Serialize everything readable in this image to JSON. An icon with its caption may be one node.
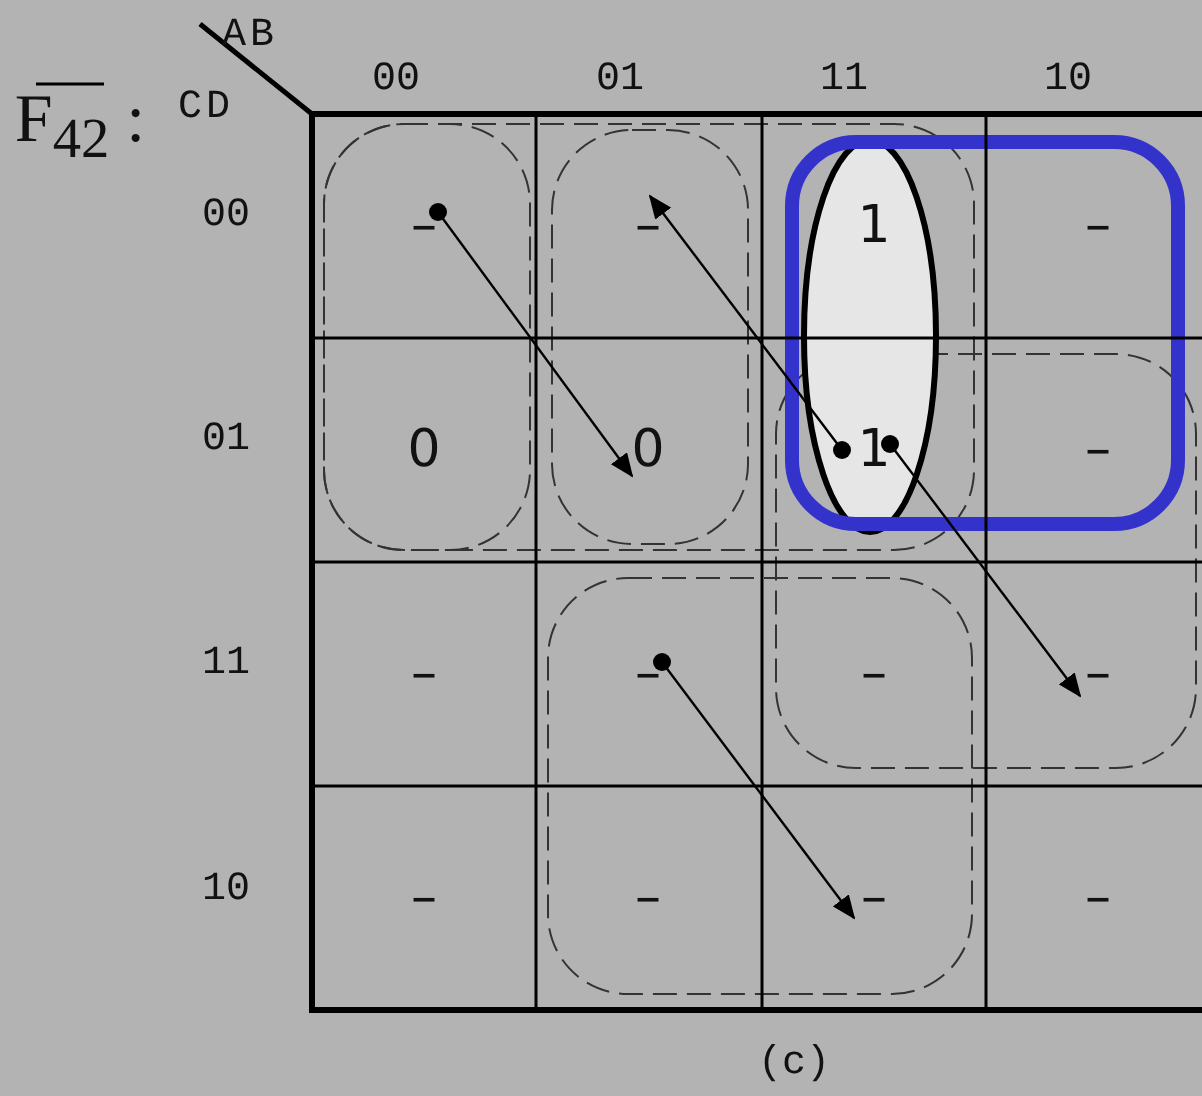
{
  "diagram": {
    "caption": "(c)",
    "nodes": [
      {
        "text": [
          "–"
        ]
      },
      {
        "text": [
          "–"
        ]
      },
      {
        "text": [
          "1"
        ]
      },
      {
        "text": [
          "–"
        ]
      },
      {
        "text": [
          "0"
        ]
      },
      {
        "text": [
          "0"
        ]
      },
      {
        "text": [
          "1"
        ]
      },
      {
        "text": [
          "–"
        ]
      },
      {
        "text": [
          "–"
        ]
      },
      {
        "text": [
          "–"
        ]
      },
      {
        "text": [
          "–"
        ]
      },
      {
        "text": [
          "–"
        ]
      },
      {
        "text": [
          "–"
        ]
      },
      {
        "text": [
          "–"
        ]
      },
      {
        "text": [
          "–"
        ]
      },
      {
        "text": [
          "–"
        ]
      }
    ],
    "edges": [
      {
        "from": 0,
        "to": 5,
        "arrow": "to"
      },
      {
        "from": 6,
        "to": 1,
        "arrow": "to"
      },
      {
        "from": 6,
        "to": 11,
        "arrow": "to"
      },
      {
        "from": 9,
        "to": 14,
        "arrow": "to"
      }
    ],
    "labels": [
      "AB",
      "00",
      "01",
      "11",
      "10",
      "F$_{42}$ :",
      "CD",
      "00",
      "01",
      "11",
      "10"
    ]
  }
}
